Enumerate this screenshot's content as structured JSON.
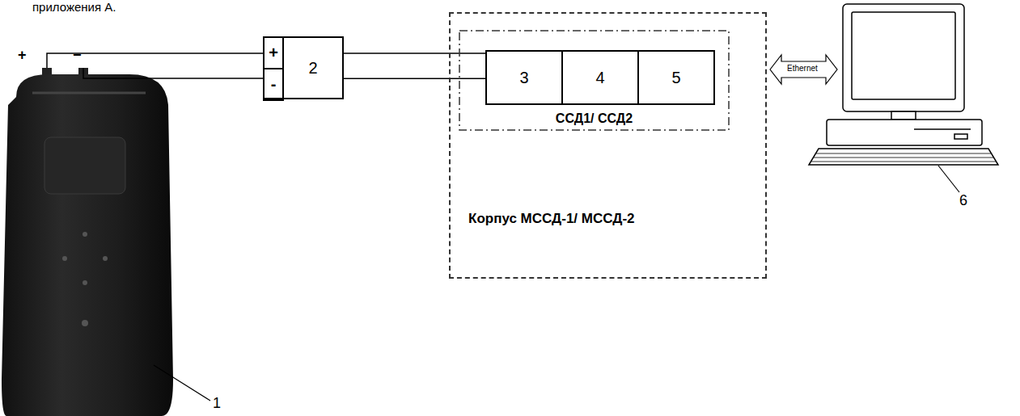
{
  "diagram": {
    "nodes": [
      {
        "text": [
          "2"
        ]
      },
      {
        "text": [
          "+"
        ],
        "in": 0
      },
      {
        "text": [
          "-"
        ],
        "in": 0
      },
      {
        "text": [
          "Корпус МССД-1/ МССД-2"
        ]
      },
      {
        "text": [
          "ССД1/ ССД2"
        ],
        "in": 3
      },
      {
        "text": [
          "3"
        ],
        "in": 4
      },
      {
        "text": [
          "4"
        ],
        "in": 4
      },
      {
        "text": [
          "5"
        ],
        "in": 4
      }
    ],
    "edges": [
      {
        "from": 0,
        "to": 5,
        "arrow": "none"
      },
      {
        "from": 0,
        "to": 5,
        "arrow": "none"
      }
    ],
    "labels": [
      "приложения А.",
      "+",
      "−",
      "Ethernet",
      "1",
      "6"
    ]
  }
}
